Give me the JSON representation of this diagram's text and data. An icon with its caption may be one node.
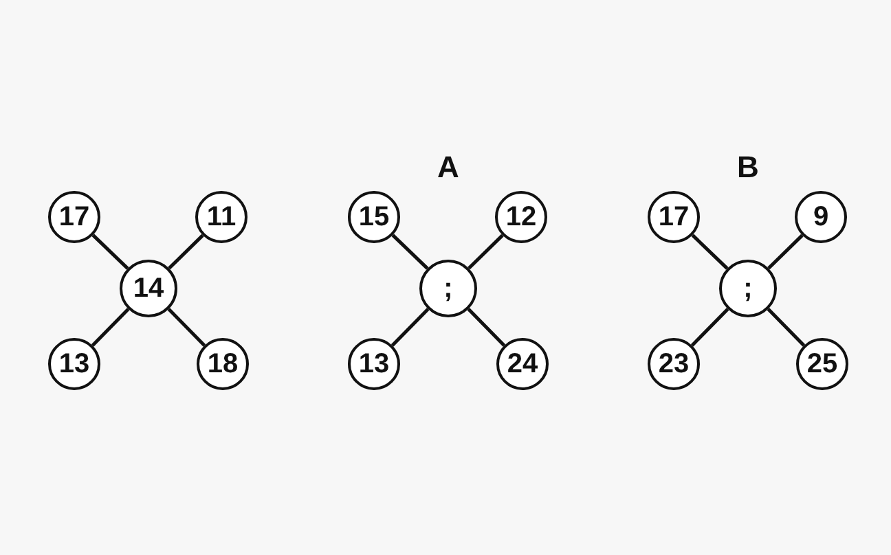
{
  "diagram": {
    "nodes": [
      {
        "text": [
          "17"
        ]
      },
      {
        "text": [
          "11"
        ]
      },
      {
        "text": [
          "14"
        ]
      },
      {
        "text": [
          "13"
        ]
      },
      {
        "text": [
          "18"
        ]
      },
      {
        "text": [
          "15"
        ]
      },
      {
        "text": [
          "12"
        ]
      },
      {
        "text": [
          ";"
        ]
      },
      {
        "text": [
          "13"
        ]
      },
      {
        "text": [
          "24"
        ]
      },
      {
        "text": [
          "17"
        ]
      },
      {
        "text": [
          "9"
        ]
      },
      {
        "text": [
          ";"
        ]
      },
      {
        "text": [
          "23"
        ]
      },
      {
        "text": [
          "25"
        ]
      }
    ],
    "edges": [
      {
        "from": 2,
        "to": 0,
        "arrow": "none"
      },
      {
        "from": 2,
        "to": 1,
        "arrow": "none"
      },
      {
        "from": 2,
        "to": 3,
        "arrow": "none"
      },
      {
        "from": 2,
        "to": 4,
        "arrow": "none"
      },
      {
        "from": 7,
        "to": 5,
        "arrow": "none"
      },
      {
        "from": 7,
        "to": 6,
        "arrow": "none"
      },
      {
        "from": 7,
        "to": 8,
        "arrow": "none"
      },
      {
        "from": 7,
        "to": 9,
        "arrow": "none"
      },
      {
        "from": 12,
        "to": 10,
        "arrow": "none"
      },
      {
        "from": 12,
        "to": 11,
        "arrow": "none"
      },
      {
        "from": 12,
        "to": 13,
        "arrow": "none"
      },
      {
        "from": 12,
        "to": 14,
        "arrow": "none"
      }
    ],
    "labels": [
      "A",
      "B"
    ]
  }
}
